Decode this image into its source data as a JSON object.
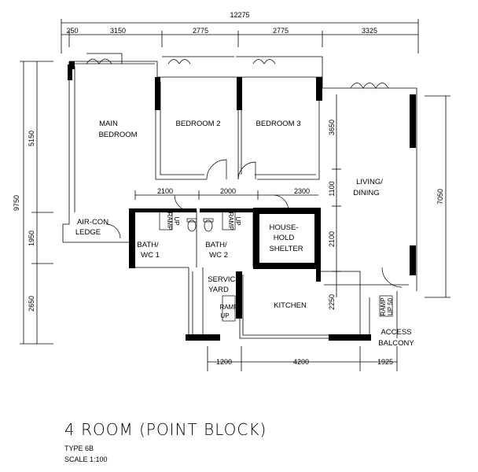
{
  "plan": {
    "top_dims": {
      "overall": "12275",
      "d1": "250",
      "d2": "3150",
      "d3": "2775",
      "d4": "2775",
      "d5": "3325"
    },
    "left_dims": {
      "overall": "9750",
      "d1": "5150",
      "d2": "1950",
      "d3": "2650"
    },
    "interior_dims": {
      "living_upper": "3650",
      "living_mid": "1100",
      "shelter_side": "2100",
      "kitchen_side": "2250",
      "right_total": "7050",
      "row1": "2100",
      "row2": "2000",
      "row3": "2300"
    },
    "bottom_dims": {
      "d1": "1200",
      "d2": "4200",
      "d3": "1925"
    },
    "rooms": {
      "main_bedroom_l1": "MAIN",
      "main_bedroom_l2": "BEDROOM",
      "bedroom2": "BEDROOM 2",
      "bedroom3": "BEDROOM 3",
      "living_l1": "LIVING/",
      "living_l2": "DINING",
      "aircon_l1": "AIR-CON",
      "aircon_l2": "LEDGE",
      "bath1_l1": "BATH/",
      "bath1_l2": "WC 1",
      "bath2_l1": "BATH/",
      "bath2_l2": "WC 2",
      "shelter_l1": "HOUSE-",
      "shelter_l2": "HOLD",
      "shelter_l3": "SHELTER",
      "service_l1": "SERVICE",
      "service_l2": "YARD",
      "kitchen": "KITCHEN",
      "access_l1": "ACCESS",
      "access_l2": "BALCONY"
    },
    "ramps": {
      "ramp_label": "RAMP",
      "up_label": "UP",
      "up50_label": "UP 50"
    }
  },
  "title": {
    "main": "4 ROOM (POINT BLOCK)",
    "type": "TYPE 6B",
    "scale": "SCALE  1:100"
  }
}
